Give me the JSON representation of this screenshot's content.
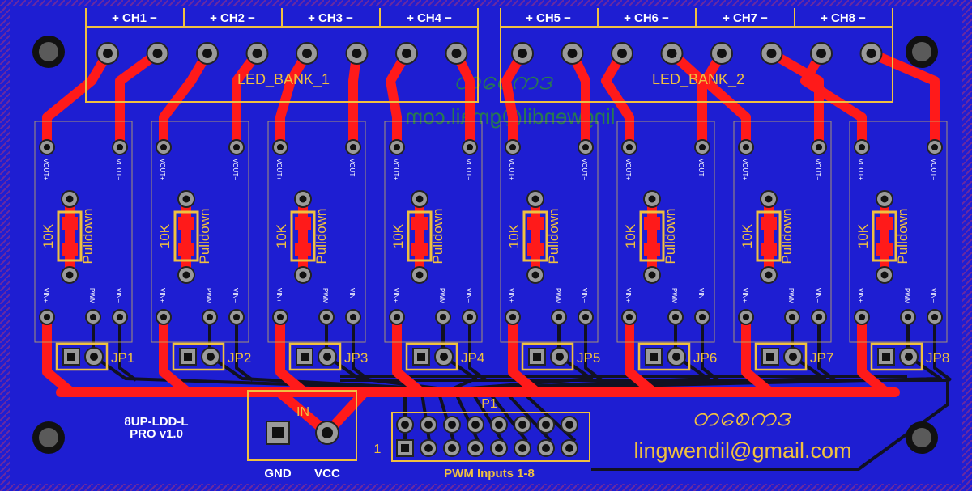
{
  "colors": {
    "board": "#1e1ed2",
    "trace_red": "#ff1a1a",
    "trace_black": "#111122",
    "silk": "#f0c040",
    "pad": "#9a9a9a",
    "ghost_text": "#2a8a3a",
    "white_text": "#ffffff"
  },
  "connectors": {
    "bank1_label": "LED_BANK_1",
    "bank2_label": "LED_BANK_2",
    "channels": [
      "+ CH1 −",
      "+ CH2 −",
      "+ CH3 −",
      "+ CH4 −",
      "+ CH5 −",
      "+ CH6 −",
      "+ CH7 −",
      "+ CH8 −"
    ]
  },
  "modules": {
    "vout_plus": "VOUT+",
    "vout_minus": "VOUT−",
    "resistor_value": "10K",
    "resistor_role": "Pulldown",
    "vin_plus": "VIN+",
    "pwm": "PWM",
    "vin_minus": "VIN−",
    "jumpers": [
      "JP1",
      "JP2",
      "JP3",
      "JP4",
      "JP5",
      "JP6",
      "JP7",
      "JP8"
    ]
  },
  "power": {
    "in_label": "IN",
    "gnd_label": "GND",
    "vcc_label": "VCC"
  },
  "header": {
    "ref": "P1",
    "pin1": "1",
    "caption": "PWM Inputs 1-8"
  },
  "board_info": {
    "name_line1": "8UP-LDD-L",
    "name_line2": "PRO v1.0",
    "email": "lingwendil@gmail.com",
    "mirrored_email": "lingwendil@gmail.com",
    "script_logo": "တစေကဒ",
    "script_logo_small": "တစေကဒ"
  }
}
